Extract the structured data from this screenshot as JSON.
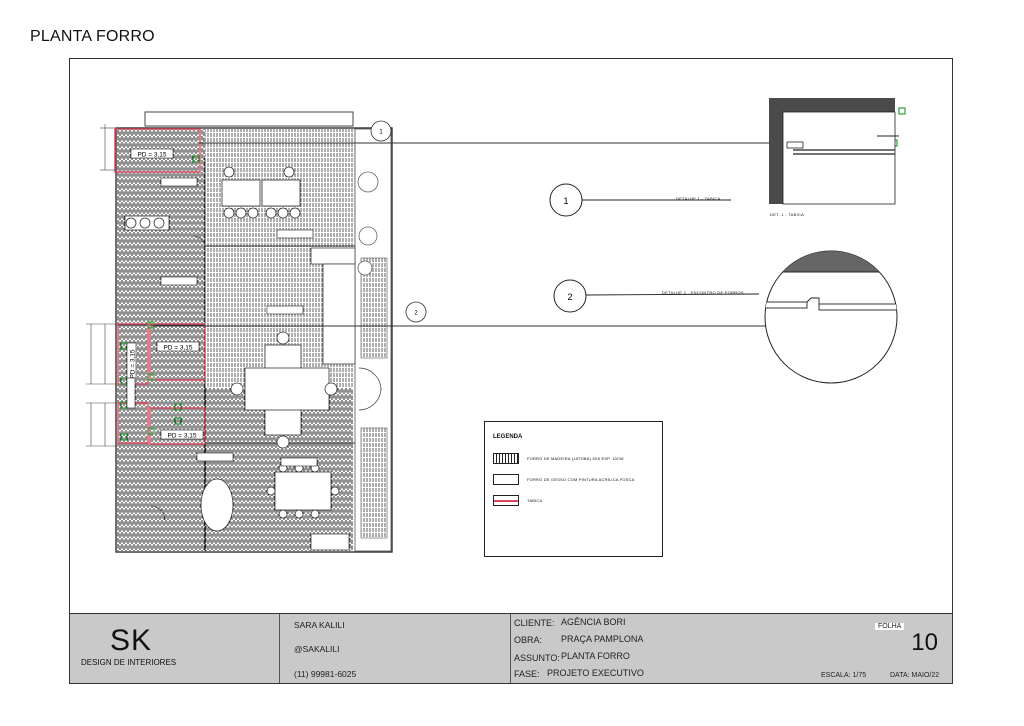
{
  "page_title": "PLANTA FORRO",
  "plan": {
    "pd_labels": [
      "PD = 3,15",
      "PD = 3,15",
      "PD = 3,15",
      "PD = 3,15"
    ],
    "callouts": [
      "1",
      "2"
    ],
    "small_markers": [
      "1",
      "2"
    ],
    "detail_1_text": "DETALHE 1 - TABICA",
    "detail_2_text": "DETALHE 2 - ENCONTRO DE FORROS",
    "section_caption": "DET. 1 - TABICA"
  },
  "legend": {
    "title": "LEGENDA",
    "items": [
      {
        "text": "FORRO DE MADEIRA (JATOBÁ) 5X5 ESP. 10CM",
        "swatch": "wood"
      },
      {
        "text": "FORRO DE GESSO COM PINTURA ACRÍLICA FOSCA",
        "swatch": "plain"
      },
      {
        "text": "TABICA",
        "swatch": "tabica"
      }
    ]
  },
  "titleblock": {
    "logo": "SK",
    "logo_sub": "DESIGN DE INTERIORES",
    "designer": "SARA KALILI",
    "handle": "@SAKALILI",
    "phone": "(11) 99981-6025",
    "cliente_label": "CLIENTE:",
    "cliente": "AGÊNCIA BORI",
    "obra_label": "OBRA:",
    "obra": "PRAÇA PAMPLONA",
    "assunto_label": "ASSUNTO:",
    "assunto": "PLANTA FORRO",
    "fase_label": "FASE:",
    "fase": "PROJETO EXECUTIVO",
    "folha_label": "FOLHA",
    "folha": "10",
    "escala": "ESCALA: 1/75",
    "data": "DATA: MAIO/22"
  },
  "colors": {
    "tabica": "#d9455a",
    "marker": "#2e9e3e",
    "line": "#222222",
    "wall_dark": "#555555"
  }
}
